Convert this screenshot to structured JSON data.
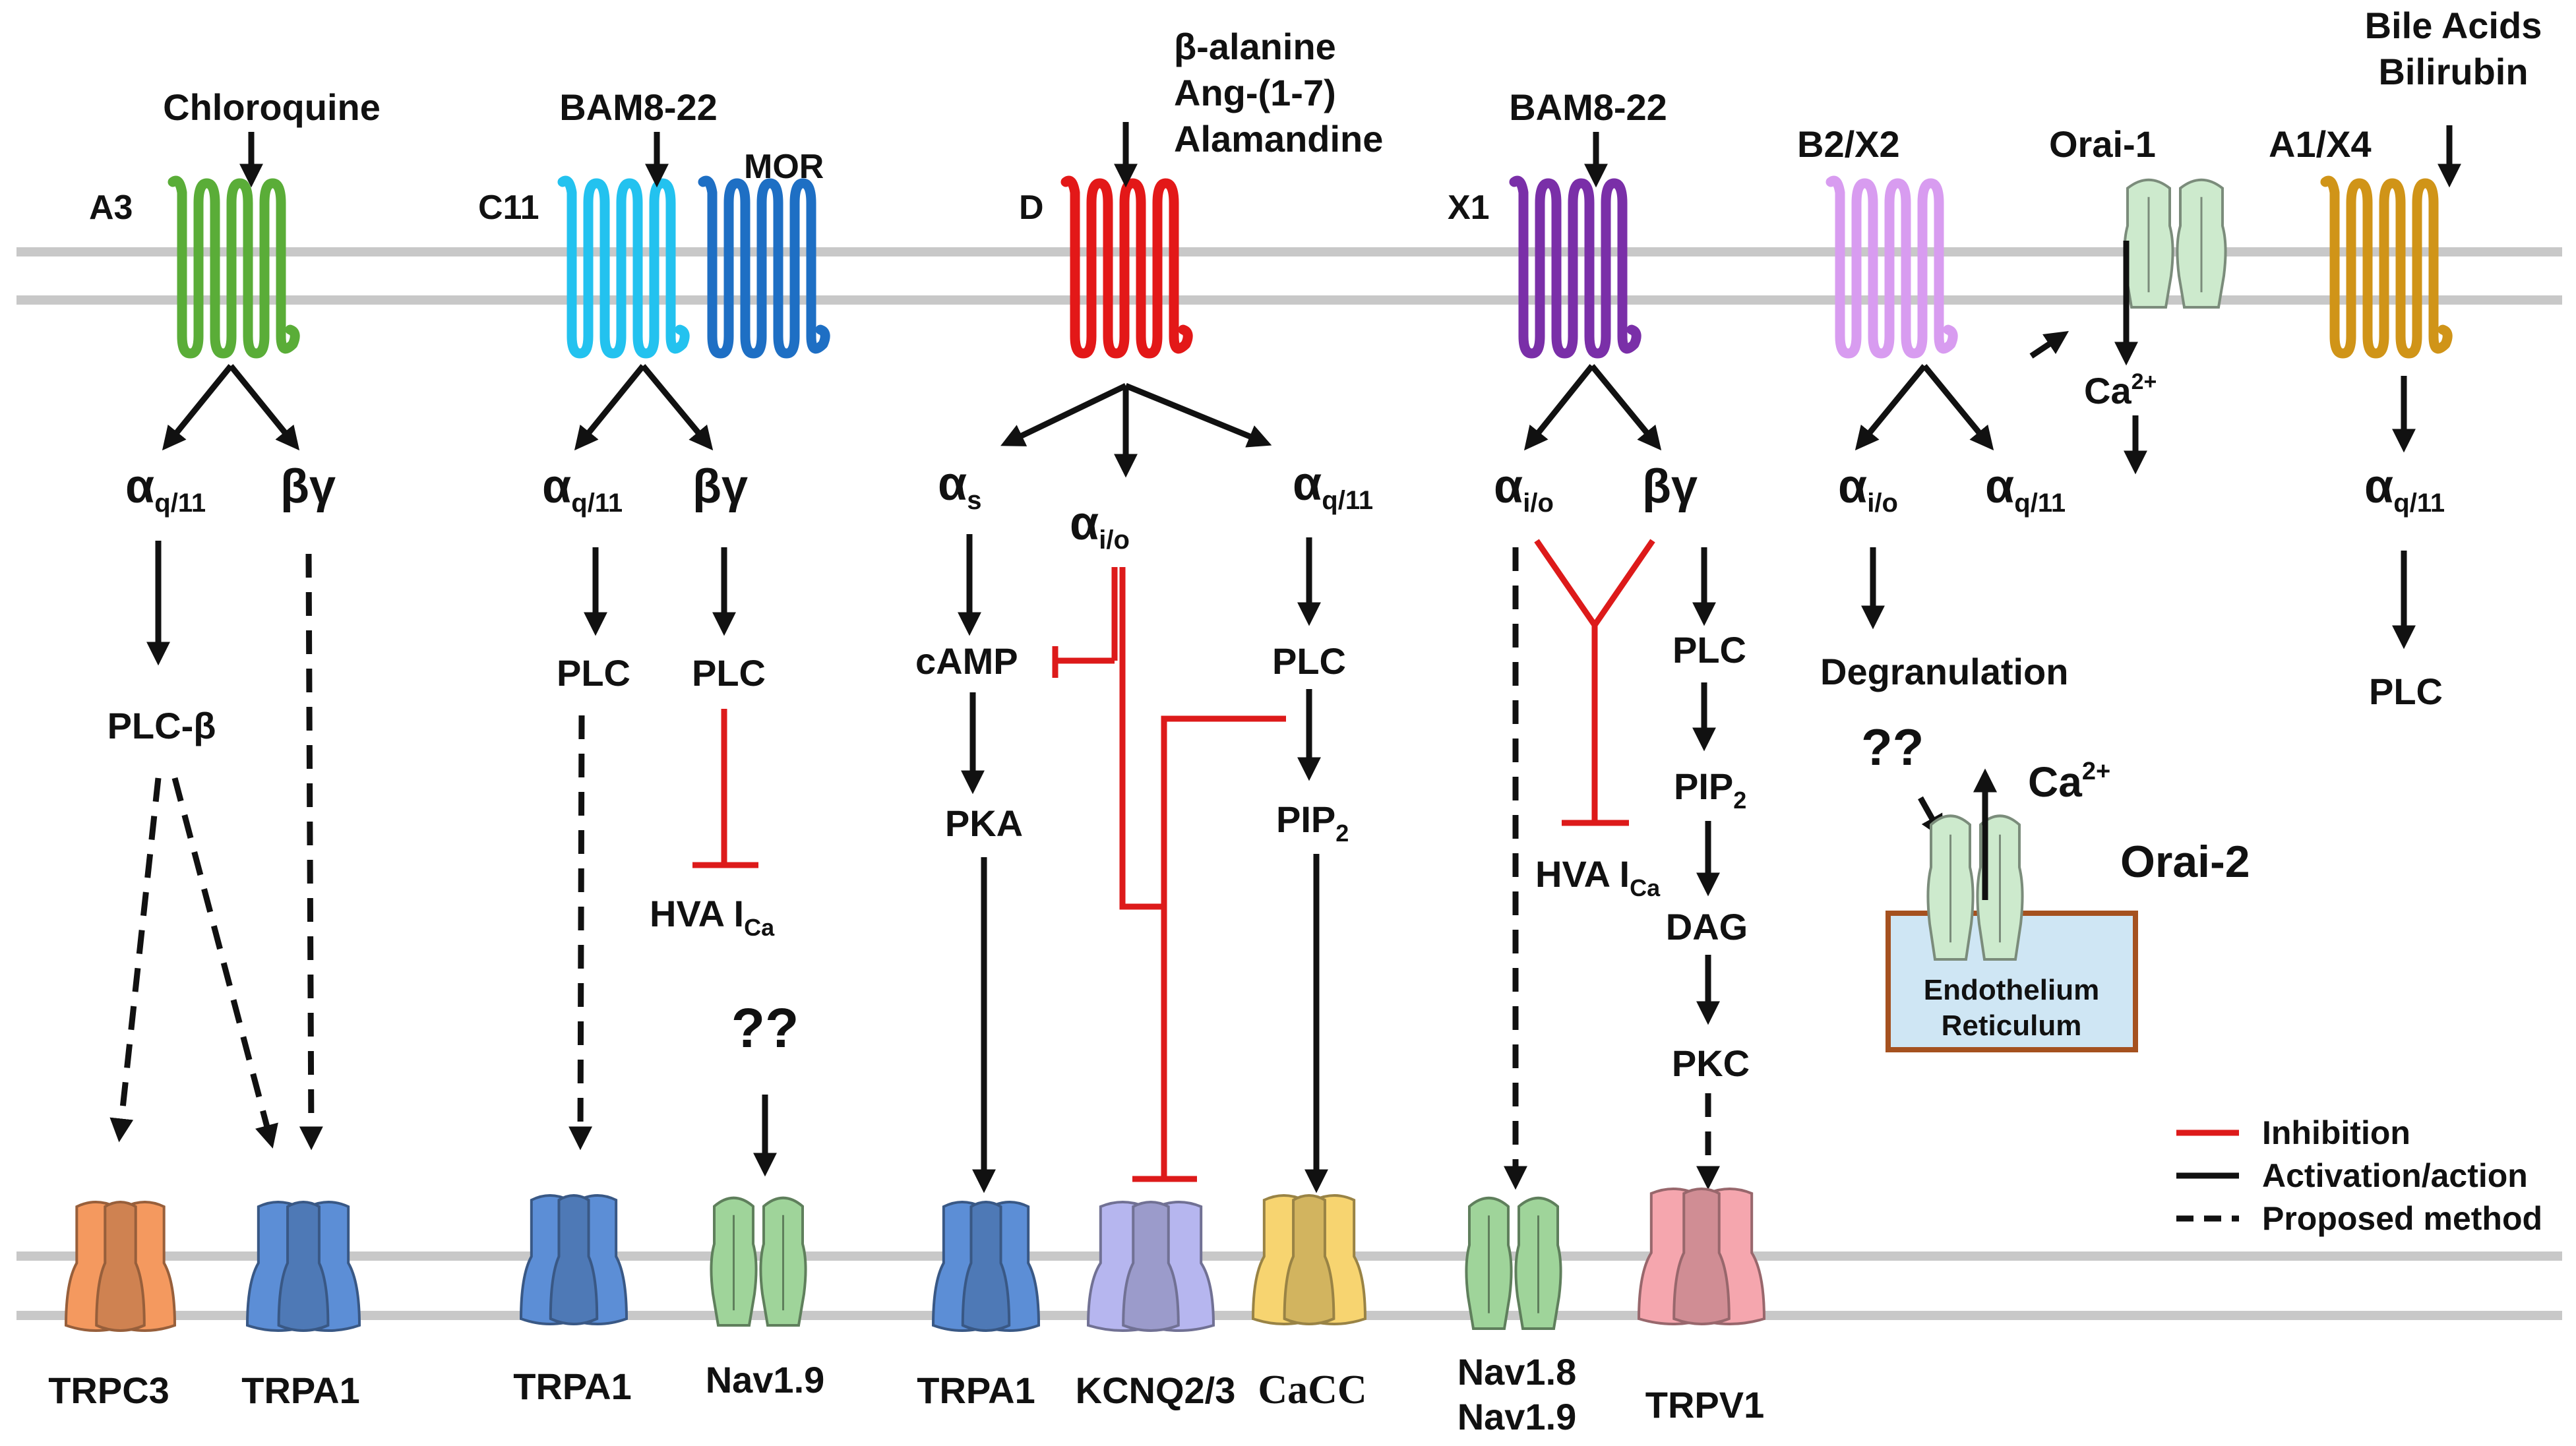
{
  "colors": {
    "membrane": "#c8c8c8",
    "inhibition": "#dd1a1a",
    "activation": "#111111",
    "receptor_A3": "#5aad38",
    "receptor_C11": "#23c2ef",
    "receptor_MOR": "#1e6fc4",
    "receptor_D": "#e31818",
    "receptor_X1": "#7a2fa8",
    "receptor_B2X2": "#d89cf0",
    "receptor_A1X4": "#d09418",
    "trpc3": "#f4995f",
    "trpa1": "#5c8ed6",
    "nav": "#9fd49a",
    "kcnq": "#b6b6ef",
    "cacc": "#f7d470",
    "trpv1": "#f5a6ae",
    "orai": "#cdeacd",
    "er_fill": "#cfe6f4",
    "er_border": "#a5511f"
  },
  "ligands": {
    "chloroquine": "Chloroquine",
    "bam_c11": "BAM8-22",
    "d_line1": "β-alanine",
    "d_line2": "Ang-(1-7)",
    "d_line3": "Alamandine",
    "bam_x1": "BAM8-22",
    "a1_line1": "Bile Acids",
    "a1_line2": "Bilirubin"
  },
  "receptors": {
    "a3": "A3",
    "c11": "C11",
    "mor": "MOR",
    "d": "D",
    "x1": "X1",
    "b2x2": "B2/X2",
    "orai1": "Orai-1",
    "a1x4": "A1/X4"
  },
  "gproteins": {
    "alpha": "α",
    "beta_gamma": "βγ",
    "sub_q11": "q/11",
    "sub_s": "s",
    "sub_io": "i/o"
  },
  "effectors": {
    "plc_beta": "PLC-β",
    "plc": "PLC",
    "hva": "HVA I",
    "hva_sub": "Ca",
    "camp": "cAMP",
    "pka": "PKA",
    "pip": "PIP",
    "pip_sub": "2",
    "dag": "DAG",
    "pkc": "PKC",
    "degranulation": "Degranulation",
    "ca": "Ca",
    "ca_sup": "2+",
    "unknown": "??"
  },
  "orai2": {
    "name": "Orai-2",
    "er_line1": "Endothelium",
    "er_line2": "Reticulum"
  },
  "channels": {
    "trpc3": "TRPC3",
    "trpa1": "TRPA1",
    "nav19": "Nav1.9",
    "kcnq": "KCNQ2/3",
    "cacc": "CaCC",
    "nav18": "Nav1.8",
    "trpv1": "TRPV1"
  },
  "legend": {
    "inhibition": "Inhibition",
    "activation": "Activation/action",
    "proposed": "Proposed method"
  }
}
